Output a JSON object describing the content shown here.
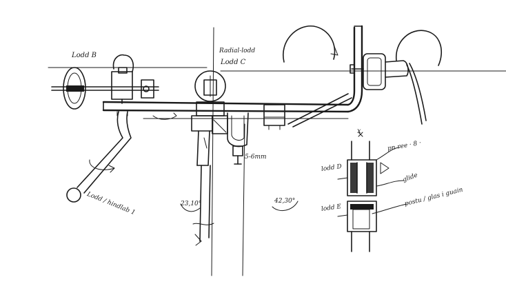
{
  "labels": {
    "lodd_b": "Lodd B",
    "radial_lodd": "Radial-lodd",
    "lodd_c": "Lodd C",
    "lodd_hindlab": "Lodd / hindlab 1",
    "angle_23": "23,10°",
    "angle_42": "42,30°",
    "dim_56": "5-6mm",
    "x_mark": "x",
    "lodd_d": "lodd D",
    "lodd_e": "lodd E",
    "note_upper": "pn ree · 8 · ",
    "note_glide": "glide",
    "note_lower": "postu / glas i guain"
  }
}
